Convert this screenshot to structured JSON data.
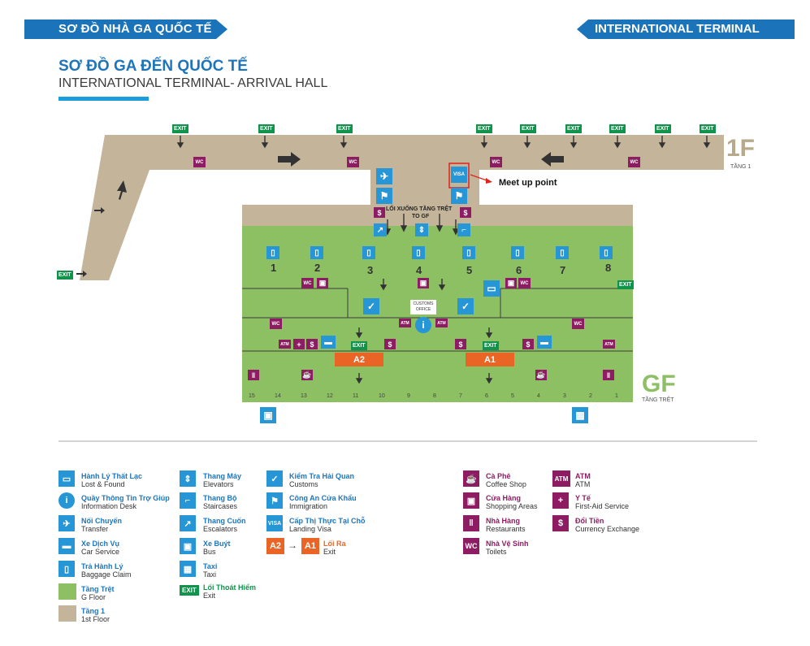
{
  "header": {
    "left_title": "SƠ ĐỒ NHÀ GA QUỐC TẾ",
    "right_title": "INTERNATIONAL TERMINAL"
  },
  "title": {
    "vn": "SƠ ĐỒ GA ĐẾN QUỐC TẾ",
    "en": "INTERNATIONAL TERMINAL- ARRIVAL HALL"
  },
  "map": {
    "floor_1f": {
      "label": "1F",
      "sub": "TẦNG 1"
    },
    "floor_gf": {
      "label": "GF",
      "sub": "TẦNG TRỆT"
    },
    "down_to_gf": {
      "line1": "LỐI XUỐNG TẦNG TRỆT",
      "line2": "TO GF"
    },
    "meet_up": "Meet up point",
    "customs_office": {
      "line1": "CUSTOMS",
      "line2": "OFFICE"
    },
    "exit_label": "EXIT",
    "wc_label": "WC",
    "atm_label": "ATM",
    "visa_label": "VISA",
    "belts": [
      "1",
      "2",
      "3",
      "4",
      "5",
      "6",
      "7",
      "8"
    ],
    "gates": [
      "A2",
      "A1"
    ],
    "doors": [
      "15",
      "14",
      "13",
      "12",
      "11",
      "10",
      "9",
      "8",
      "7",
      "6",
      "5",
      "4",
      "3",
      "2",
      "1"
    ]
  },
  "legend": {
    "lost_found": {
      "vn": "Hành Lý Thất Lạc",
      "en": "Lost & Found"
    },
    "info_desk": {
      "vn": "Quầy Thông Tin Trợ Giúp",
      "en": "Information Desk"
    },
    "transfer": {
      "vn": "Nối Chuyến",
      "en": "Transfer"
    },
    "car_service": {
      "vn": "Xe Dịch Vụ",
      "en": "Car Service"
    },
    "baggage_claim": {
      "vn": "Trả Hành Lý",
      "en": "Baggage Claim"
    },
    "g_floor": {
      "vn": "Tầng Trệt",
      "en": "G Floor"
    },
    "first_floor": {
      "vn": "Tầng 1",
      "en": "1st Floor"
    },
    "elevators": {
      "vn": "Thang Máy",
      "en": "Elevators"
    },
    "staircases": {
      "vn": "Thang Bộ",
      "en": "Staircases"
    },
    "escalators": {
      "vn": "Thang Cuốn",
      "en": "Escalators"
    },
    "bus": {
      "vn": "Xe Buýt",
      "en": "Bus"
    },
    "taxi": {
      "vn": "Taxi",
      "en": "Taxi"
    },
    "emergency_exit": {
      "vn": "Lối Thoát Hiểm",
      "en": "Exit"
    },
    "customs": {
      "vn": "Kiểm Tra Hải Quan",
      "en": "Customs"
    },
    "immigration": {
      "vn": "Công An Cửa Khẩu",
      "en": "Immigration"
    },
    "landing_visa": {
      "vn": "Cấp Thị Thực Tại Chỗ",
      "en": "Landing Visa"
    },
    "exit_route": {
      "vn": "Lối Ra",
      "en": "Exit"
    },
    "coffee": {
      "vn": "Cà Phê",
      "en": "Coffee Shop"
    },
    "shopping": {
      "vn": "Cửa Hàng",
      "en": "Shopping Areas"
    },
    "restaurants": {
      "vn": "Nhà Hàng",
      "en": "Restaurants"
    },
    "toilets": {
      "vn": "Nhà Vệ Sinh",
      "en": "Toilets"
    },
    "atm": {
      "vn": "ATM",
      "en": "ATM"
    },
    "first_aid": {
      "vn": "Y Tế",
      "en": "First-Aid Service"
    },
    "currency": {
      "vn": "Đổi Tiền",
      "en": "Currency Exchange"
    }
  },
  "colors": {
    "brand_blue": "#1b73ba",
    "corridor_1f": "#c4b49a",
    "ground_floor": "#8cc063",
    "service_magenta": "#8e1c62",
    "exit_green": "#12934b",
    "gate_orange": "#ea6425",
    "meet_up_red": "#e2231a"
  }
}
